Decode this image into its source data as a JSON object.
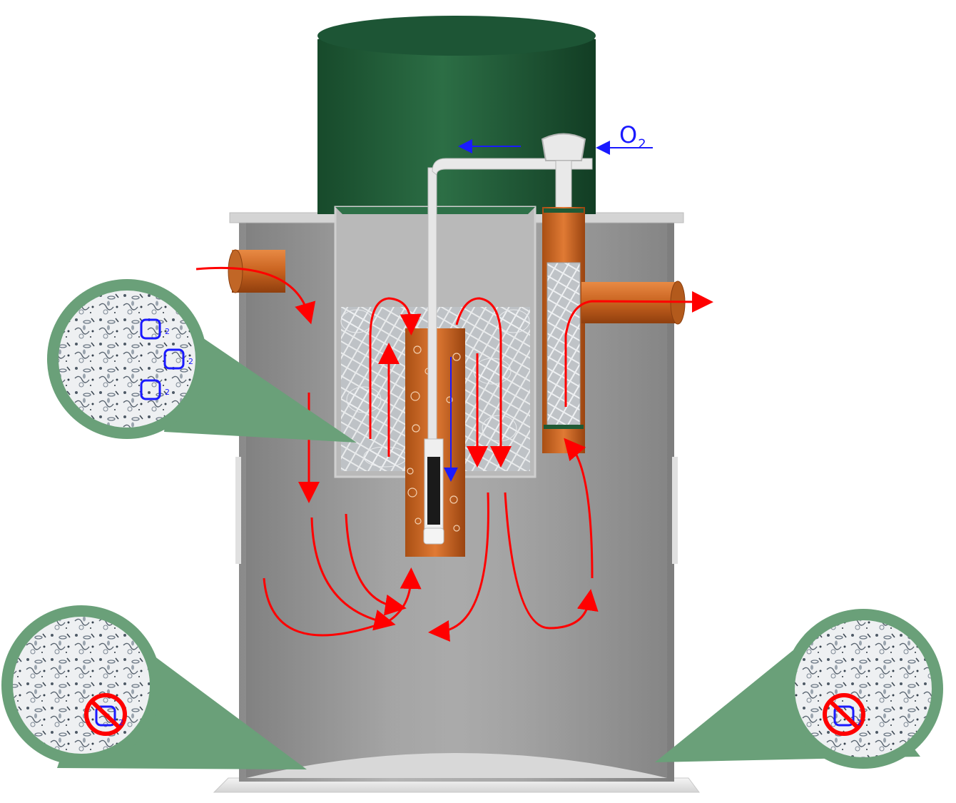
{
  "labels": {
    "oxygen_inlet": "O",
    "oxygen_inlet_sub": "2",
    "micro_o2": "O",
    "micro_o2_sub": "2"
  },
  "colors": {
    "tank_gray": "#9a9a9a",
    "lid_green": "#1e5a35",
    "callout_green": "#6aa079",
    "pipe_orange": "#c8621f",
    "flow_red": "#ff0000",
    "oxygen_blue": "#1a1aff",
    "biofilm_media": "#d9dde0"
  },
  "icons": {
    "aerobic_bubble": "o2-square-icon",
    "anaerobic_no_oxygen": "no-oxygen-icon",
    "flow": "flow-arrow-icon"
  }
}
